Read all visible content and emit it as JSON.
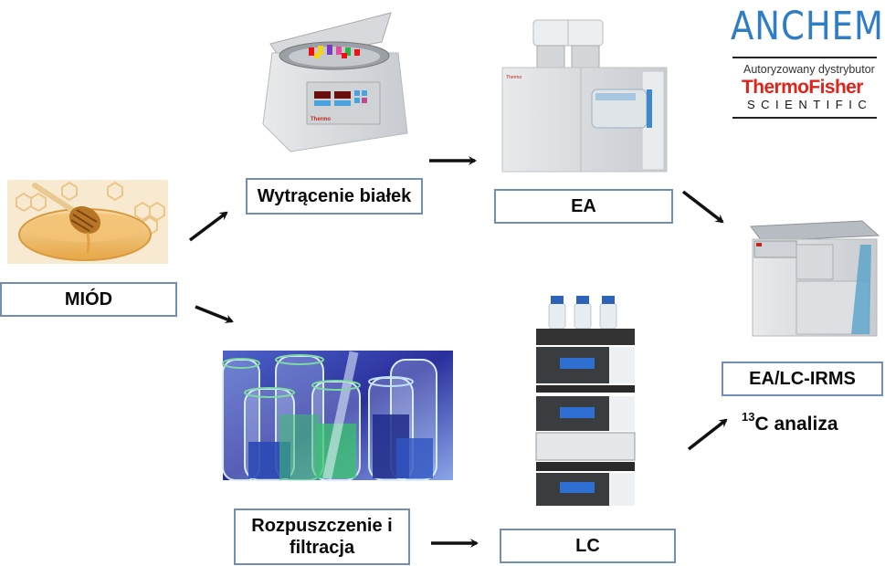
{
  "logo": {
    "brand": "ANCHEM",
    "subtitle": "Autoryzowany dystrybutor",
    "partner_line1": "ThermoFisher",
    "partner_line2": "SCIENTIFIC",
    "colors": {
      "brand": "#2f7dc4",
      "partner": "#e2231a"
    }
  },
  "nodes": {
    "honey": {
      "label": "MIÓD",
      "image": "honey-bowl-with-dipper"
    },
    "precipitation": {
      "label": "Wytrącenie białek",
      "image": "centrifuge"
    },
    "ea": {
      "label": "EA",
      "image": "elemental-analyzer"
    },
    "irms": {
      "label": "EA/LC-IRMS",
      "image": "isotope-ratio-mass-spectrometer"
    },
    "dissolution": {
      "label_line1": "Rozpuszczenie i",
      "label_line2": "filtracja",
      "image": "test-tubes"
    },
    "lc": {
      "label": "LC",
      "image": "liquid-chromatograph"
    }
  },
  "analysis": {
    "superscript": "13",
    "text": "C analiza"
  },
  "edges": [
    {
      "from": "honey",
      "to": "precipitation"
    },
    {
      "from": "precipitation",
      "to": "ea"
    },
    {
      "from": "ea",
      "to": "irms"
    },
    {
      "from": "honey",
      "to": "dissolution"
    },
    {
      "from": "dissolution",
      "to": "lc"
    },
    {
      "from": "lc",
      "to": "irms"
    }
  ],
  "style": {
    "box_border": "#6f8fb8",
    "arrow": "#111111"
  }
}
